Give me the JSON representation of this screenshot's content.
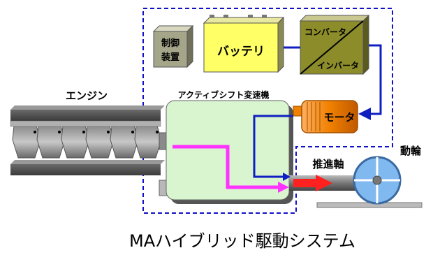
{
  "labels": {
    "controller_line1": "制御",
    "controller_line2": "装置",
    "battery": "バッテリ",
    "converter": "コンバータ",
    "inverter": "インバータ",
    "engine": "エンジン",
    "transmission": "アクティブシフト変速機",
    "motor": "モータ",
    "propeller_shaft": "推進軸",
    "driving_wheel": "動輪"
  },
  "caption": "MAハイブリッド駆動システム",
  "colors": {
    "dashed_border": "#1010c8",
    "battery_fill": "#ffff66",
    "converter_fill": "#8c8c2a",
    "controller_fill": "#a5a58a",
    "transmission_fill": "#d8f5d0",
    "motor_fill": "#f08000",
    "wheel_fill": "#80b8f0",
    "engine_flow": "#ff33ff",
    "electric_flow": "#1020c0",
    "shaft_arrow": "#ff2020"
  }
}
